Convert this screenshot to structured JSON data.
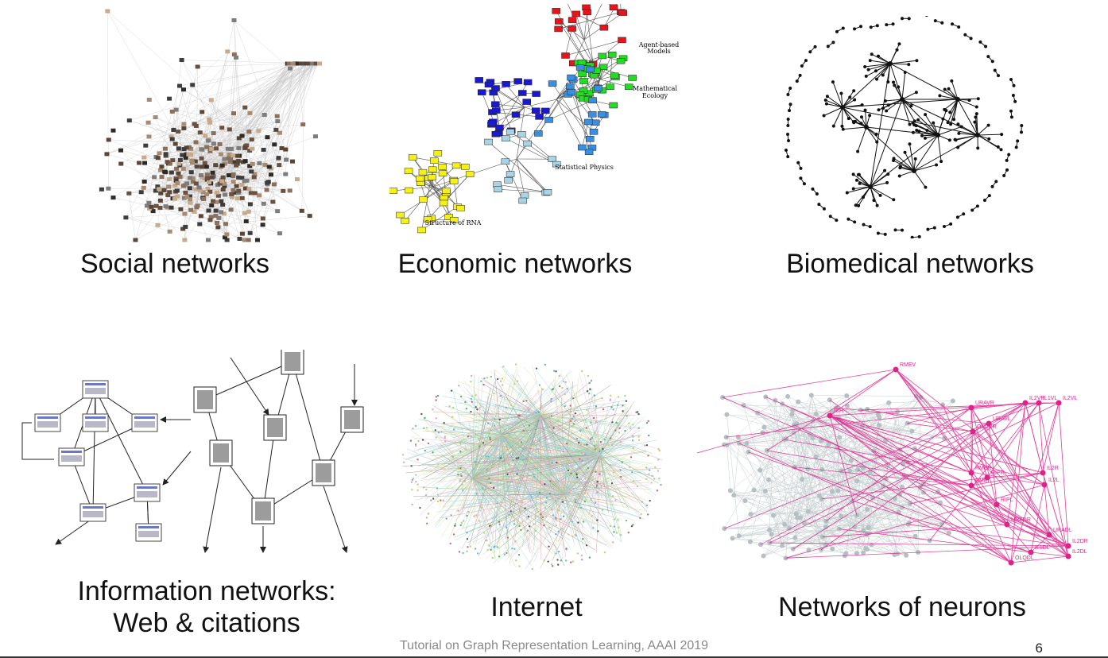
{
  "captions": {
    "social": "Social networks",
    "economic": "Economic networks",
    "biomedical": "Biomedical networks",
    "information_line1": "Information networks:",
    "information_line2": "Web & citations",
    "internet": "Internet",
    "neurons": "Networks of neurons"
  },
  "economic_labels": {
    "agent_line1": "Agent-based",
    "agent_line2": "Models",
    "ecology_line1": "Mathematical",
    "ecology_line2": "Ecology",
    "statphys": "Statistical Physics",
    "rna": "Structure of RNA"
  },
  "neuron_labels": [
    "RMEV",
    "RIH",
    "URAVR",
    "IL2VR",
    "IL1VL",
    "IL2VL",
    "URAVL",
    "OLQVR",
    "RMER",
    "RIPR",
    "IL2R",
    "RMEL",
    "IL2L",
    "RIPL",
    "URADR",
    "URADL",
    "IL2DR",
    "IL1DL",
    "IL2DL",
    "OLQDL"
  ],
  "colors": {
    "agent": "#e8141c",
    "ecology": "#22dd22",
    "blue": "#1a1acc",
    "lightblue": "#3b8fe0",
    "paleblue": "#a8d4e6",
    "yellow": "#f5f016",
    "neuron": "#e0218a"
  },
  "footer": {
    "text": "Tutorial on Graph Representation Learning, AAAI 2019",
    "page": "6"
  }
}
